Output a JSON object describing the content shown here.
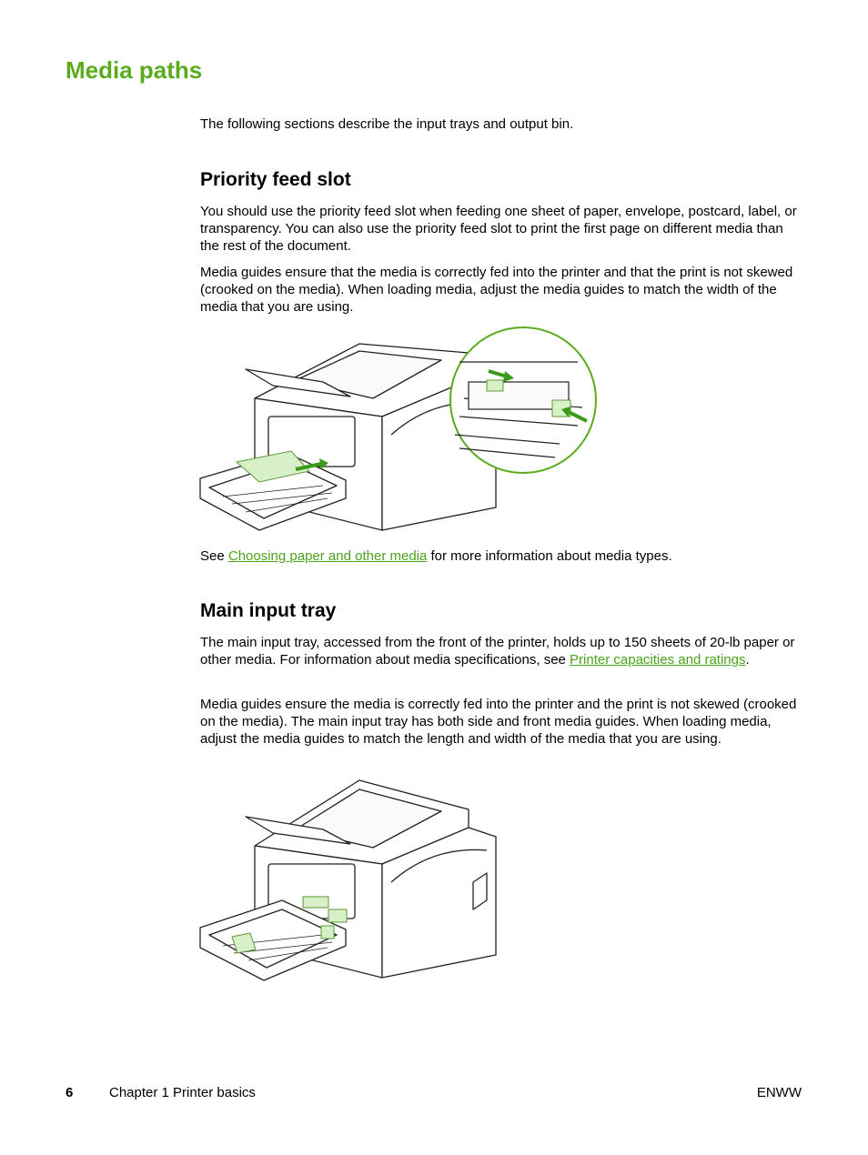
{
  "heading": "Media paths",
  "intro": "The following sections describe the input trays and output bin.",
  "priority": {
    "title": "Priority feed slot",
    "p1": "You should use the priority feed slot when feeding one sheet of paper, envelope, postcard, label, or transparency. You can also use the priority feed slot to print the first page on different media than the rest of the document.",
    "p2": "Media guides ensure that the media is correctly fed into the printer and that the print is not skewed (crooked on the media). When loading media, adjust the media guides to match the width of the media that you are using.",
    "see_prefix": "See ",
    "see_link": "Choosing paper and other media",
    "see_suffix": " for more information about media types."
  },
  "main_tray": {
    "title": "Main input tray",
    "p1_before": "The main input tray, accessed from the front of the printer, holds up to 150 sheets of 20-lb paper or other media. For information about media specifications, see ",
    "p1_link": "Printer capacities and ratings",
    "p1_after": ".",
    "p2": "Media guides ensure the media is correctly fed into the printer and the print is not skewed (crooked on the media). The main input tray has both side and front media guides. When loading media, adjust the media guides to match the length and width of the media that you are using."
  },
  "footer": {
    "page_number": "6",
    "chapter": "Chapter 1  Printer basics",
    "code": "ENWW"
  },
  "colors": {
    "heading": "#5aac1e",
    "link": "#4aa31a",
    "highlight": "#d8f0c8",
    "arrow": "#3a9a1a"
  }
}
